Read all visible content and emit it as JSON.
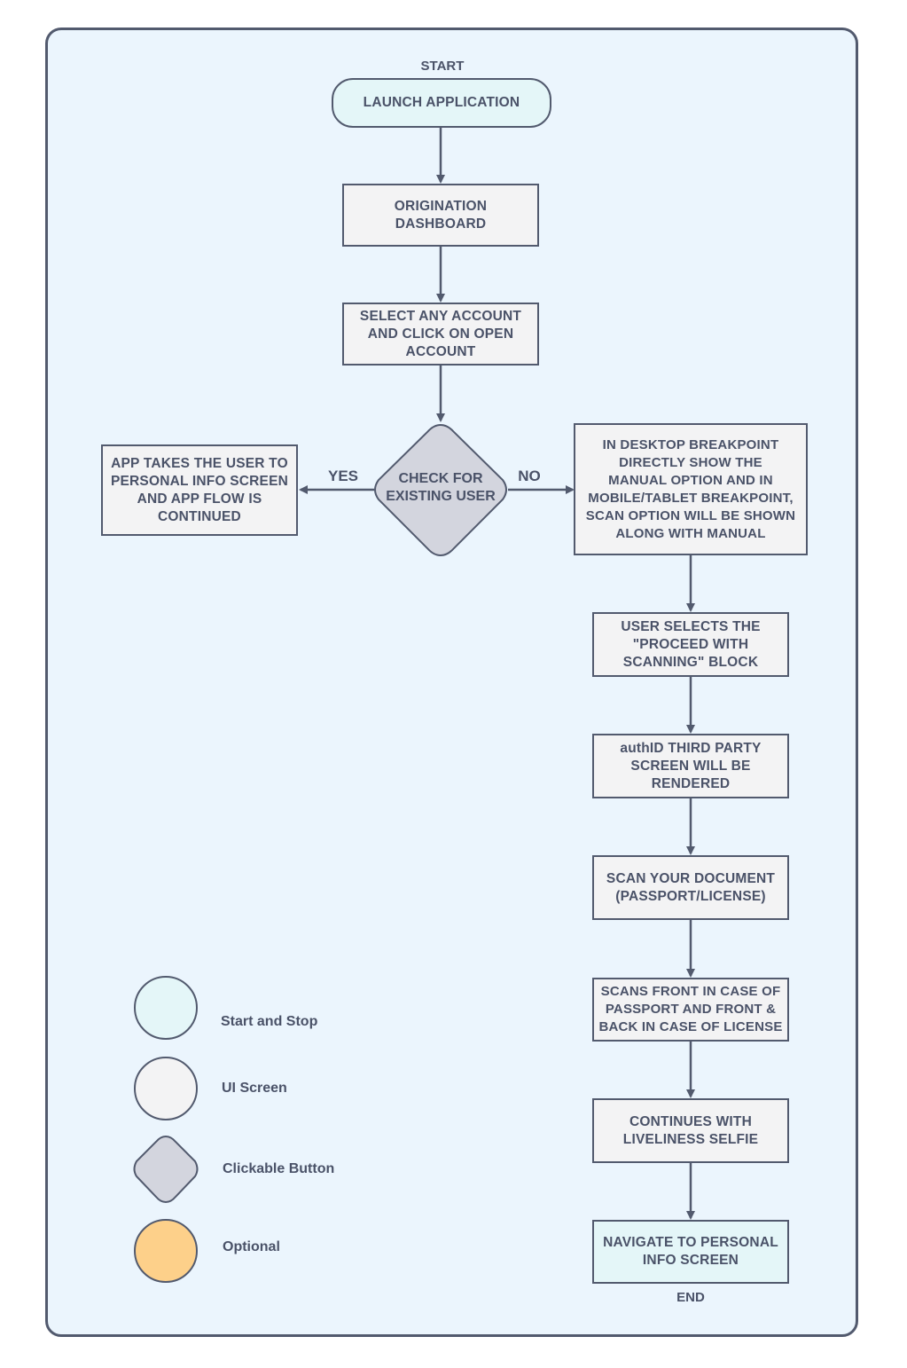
{
  "labels": {
    "start": "START",
    "end": "END",
    "yes": "YES",
    "no": "NO"
  },
  "nodes": {
    "launch": "LAUNCH APPLICATION",
    "origination": "ORIGINATION\nDASHBOARD",
    "select_account": "SELECT ANY ACCOUNT\nAND CLICK ON OPEN\nACCOUNT",
    "check_user": "CHECK FOR\nEXISTING USER",
    "yes_branch": "APP TAKES THE USER TO\nPERSONAL INFO SCREEN\nAND APP FLOW IS\nCONTINUED",
    "no_branch": "IN DESKTOP BREAKPOINT\nDIRECTLY SHOW THE\nMANUAL OPTION AND IN\nMOBILE/TABLET BREAKPOINT,\nSCAN OPTION WILL BE SHOWN\nALONG WITH MANUAL",
    "proceed_scanning": "USER SELECTS THE\n\"PROCEED WITH\nSCANNING\" BLOCK",
    "authid": "authID THIRD PARTY\nSCREEN WILL BE\nRENDERED",
    "scan_document": "SCAN YOUR DOCUMENT\n(PASSPORT/LICENSE)",
    "scans_front": "SCANS FRONT IN CASE OF\nPASSPORT AND FRONT &\nBACK IN CASE OF LICENSE",
    "liveliness": "CONTINUES WITH\nLIVELINESS SELFIE",
    "navigate": "NAVIGATE TO PERSONAL\nINFO SCREEN"
  },
  "legend": [
    {
      "label": "Start and Stop",
      "shape": "circle",
      "color": "#e4f6f8"
    },
    {
      "label": "UI Screen",
      "shape": "circle",
      "color": "#f3f3f4"
    },
    {
      "label": "Clickable Button",
      "shape": "diamond",
      "color": "#d3d5de"
    },
    {
      "label": "Optional",
      "shape": "circle",
      "color": "#fdd08a"
    }
  ],
  "colors": {
    "panel_bg": "#ebf5fd",
    "stroke": "#525a6e",
    "terminal": "#e4f6f8",
    "screen": "#f3f3f4",
    "button": "#d3d5de",
    "optional": "#fdd08a"
  }
}
